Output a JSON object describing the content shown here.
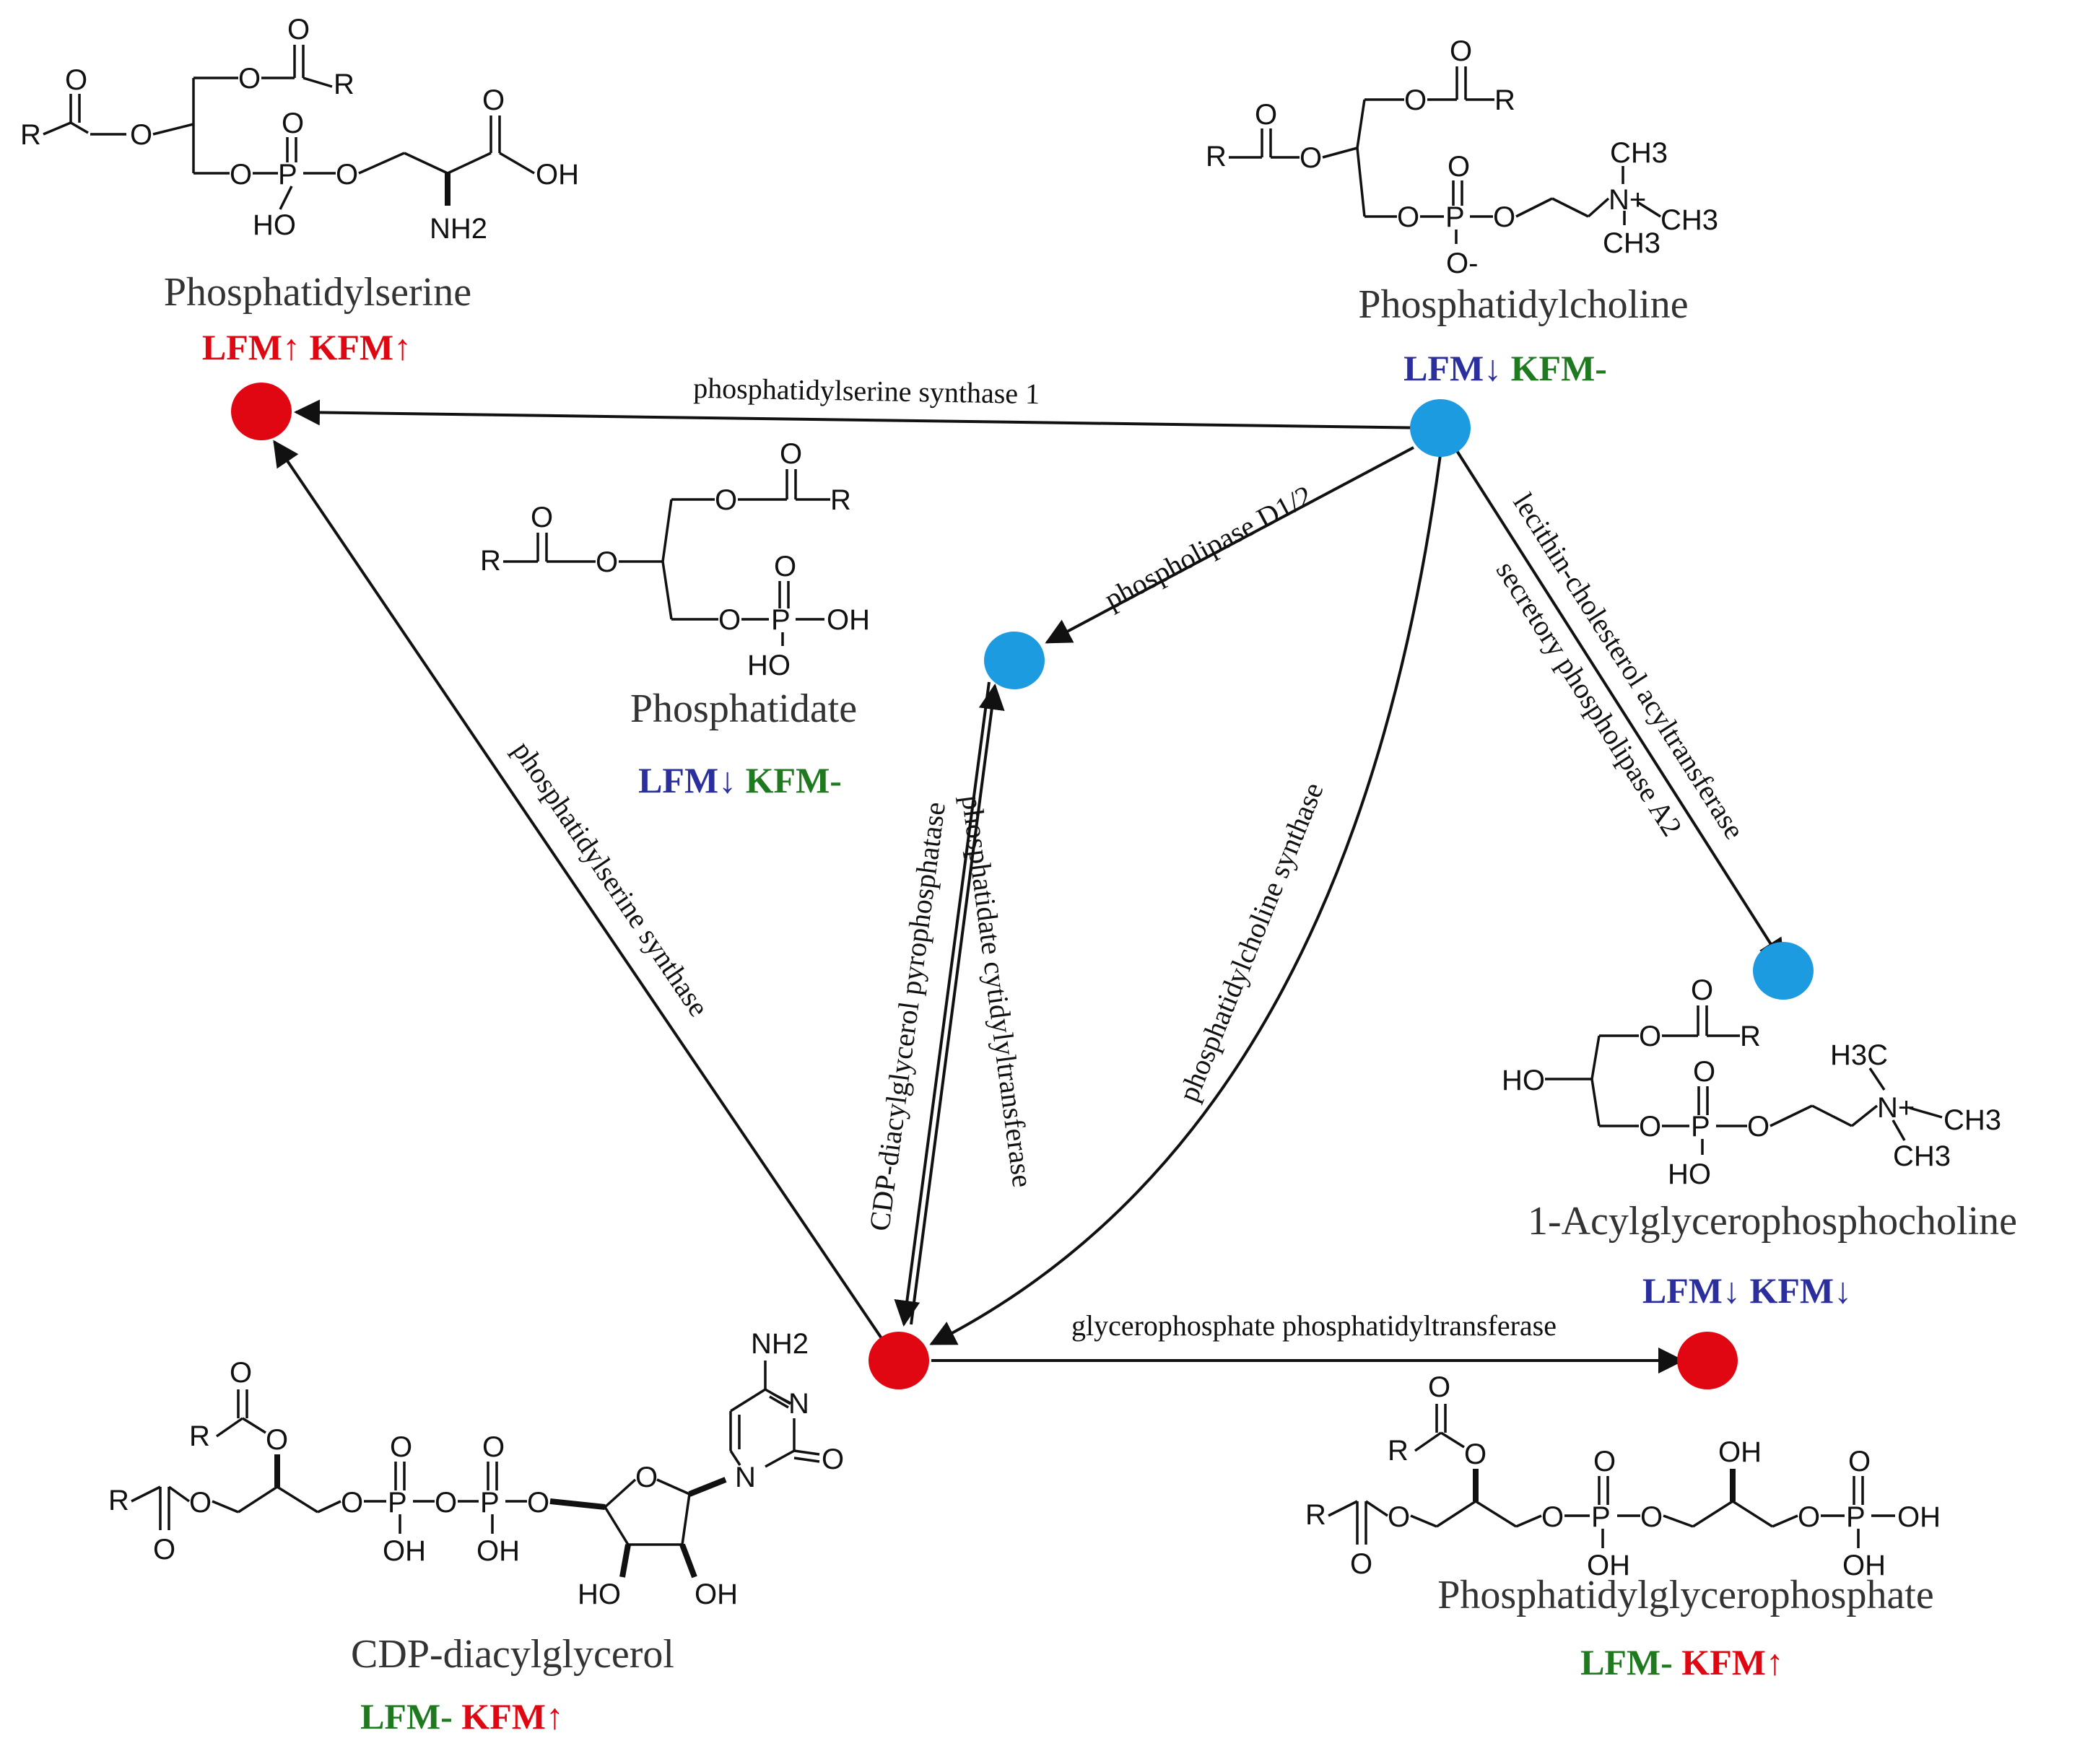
{
  "colors": {
    "up": "#e00712",
    "down": "#2b2f9e",
    "none": "#1f7a1f",
    "node_red": "#e00712",
    "node_blue": "#1c9be0"
  },
  "metabolites": {
    "phosphatidylserine": {
      "name": "Phosphatidylserine",
      "lfm": "LFM↑",
      "kfm": "KFM↑"
    },
    "phosphatidylcholine": {
      "name": "Phosphatidylcholine",
      "lfm": "LFM↓",
      "kfm": "KFM-"
    },
    "phosphatidate": {
      "name": "Phosphatidate",
      "lfm": "LFM↓",
      "kfm": "KFM-"
    },
    "acylglycerophosphocholine": {
      "name": "1-Acylglycerophosphocholine",
      "lfm": "LFM↓",
      "kfm": "KFM↓"
    },
    "cdp_diacylglycerol": {
      "name": "CDP-diacylglycerol",
      "lfm": "LFM-",
      "kfm": "KFM↑"
    },
    "phosphatidylglycerophosphate": {
      "name": "Phosphatidylglycerophosphate",
      "lfm": "LFM-",
      "kfm": "KFM↑"
    }
  },
  "enzymes": {
    "ps_synthase_1": "phosphatidylserine synthase 1",
    "pld": "phospholipase D1/2",
    "lcat": "lecithin-cholesterol acyltransferase",
    "spla2": "secretory phospholipase A2",
    "ps_synthase": "phosphatidylserine synthase",
    "cdp_dag_pyrophosphatase": "CDP-diacylglycerol pyrophosphatase",
    "pa_cytidylyltransferase": "phosphatidate cytidylyltransferase",
    "pc_synthase": "phosphatidylcholine synthase",
    "gp_phosphatidyltransferase": "glycerophosphate phosphatidyltransferase"
  },
  "structure_labels": {
    "R": "R",
    "O": "O",
    "P": "P",
    "OH": "OH",
    "HO": "HO",
    "NH2": "NH2",
    "CH3": "CH3",
    "H3C": "H3C",
    "N_plus": "N+",
    "O_minus": "O-"
  }
}
